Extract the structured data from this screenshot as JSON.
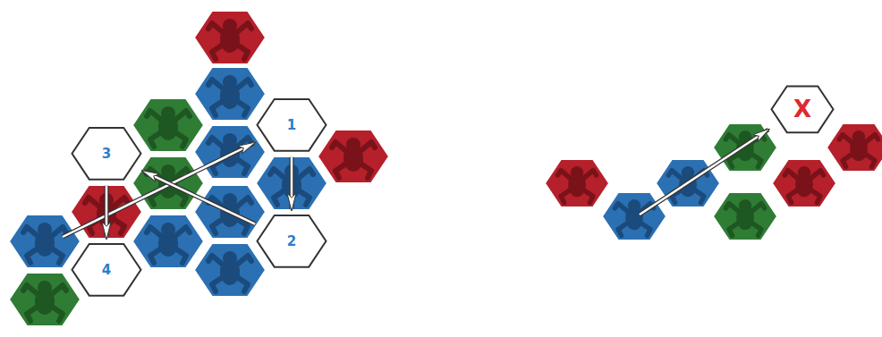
{
  "diagram": {
    "nodes": [
      {
        "text": [
          "1"
        ]
      },
      {
        "text": [
          "3"
        ]
      },
      {
        "text": [
          "2"
        ]
      },
      {
        "text": [
          "4"
        ]
      },
      {
        "text": [
          "X"
        ]
      }
    ],
    "edges": [
      {
        "from": 0,
        "to": 2,
        "arrow": "to"
      },
      {
        "from": 2,
        "to": 1,
        "arrow": "to"
      },
      {
        "from": 1,
        "to": 3,
        "arrow": "to"
      }
    ]
  }
}
